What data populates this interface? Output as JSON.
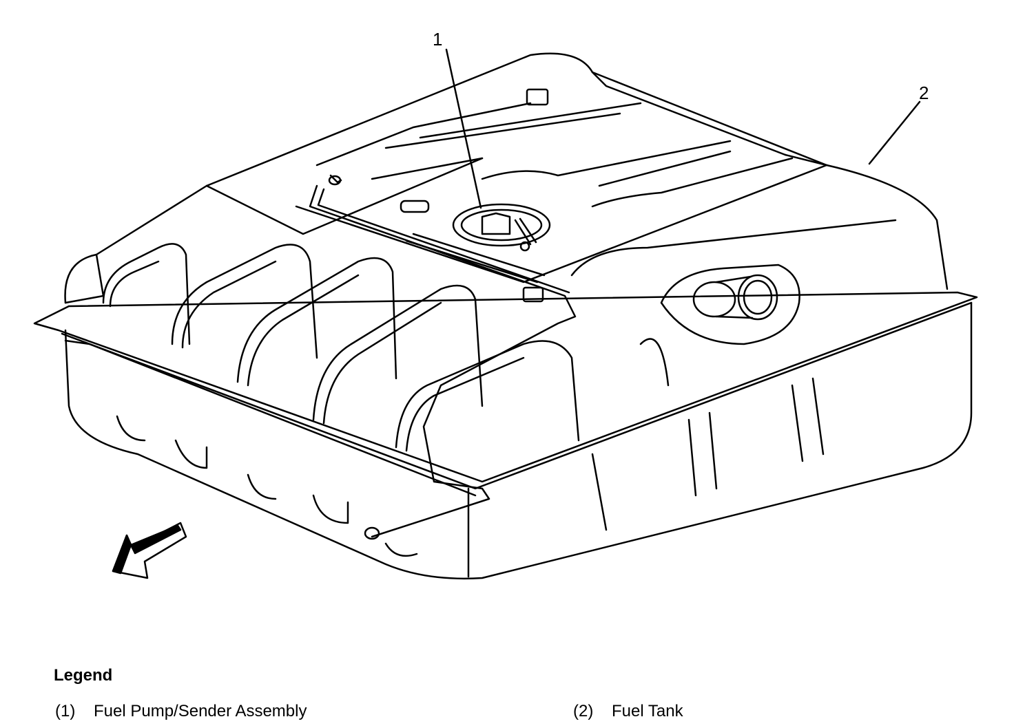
{
  "callouts": [
    {
      "number": "1"
    },
    {
      "number": "2"
    }
  ],
  "legend": {
    "title": "Legend",
    "items": [
      {
        "number": "(1)",
        "label": "Fuel Pump/Sender Assembly"
      },
      {
        "number": "(2)",
        "label": "Fuel Tank"
      }
    ]
  },
  "colors": {
    "line": "#000000",
    "background": "#ffffff"
  },
  "icons": [
    "direction-arrow-icon"
  ]
}
